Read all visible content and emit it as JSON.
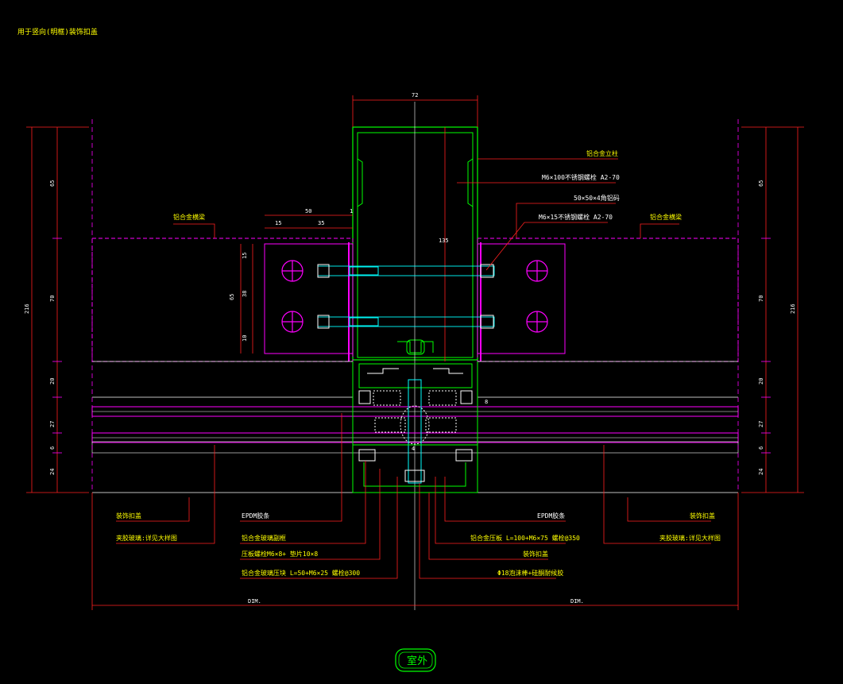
{
  "drawing": {
    "title": "用于竖向(明框)装饰扣盖",
    "outdoor_label": "室外"
  },
  "dimensions": {
    "top_width": "72",
    "left_50": "50",
    "left_15": "15",
    "left_35": "35",
    "left_1": "1",
    "center_135": "135",
    "left_vertical": [
      "65",
      "70",
      "20",
      "27",
      "6",
      "24"
    ],
    "right_vertical": [
      "65",
      "70",
      "20",
      "27",
      "6",
      "24"
    ],
    "overall_left": "216",
    "overall_right": "216",
    "bracket_inner": [
      "15",
      "65",
      "38",
      "10"
    ],
    "small_8": "8",
    "small_4": "4",
    "bottom_left": "DIM.",
    "bottom_right": "DIM."
  },
  "callouts_right": [
    "铝合金立柱",
    "M6×100不锈钢螺栓 A2-70",
    "50×50×4角铝码",
    "M6×15不锈钢螺栓 A2-70",
    "铝合金横梁"
  ],
  "callouts_left_top": "铝合金横梁",
  "callouts_bottom_left": [
    "装饰扣盖",
    "夹胶玻璃:详见大样图",
    "EPDM胶条",
    "铝合金玻璃副框",
    "压板螺栓M6×8+ 垫片10×8",
    "铝合金玻璃压块 L=50+M6×25 螺栓@300"
  ],
  "callouts_bottom_right": [
    "装饰扣盖",
    "夹胶玻璃:详见大样图",
    "EPDM胶条",
    "铝合金压板 L=100+M6×75 螺栓@350",
    "装饰扣盖",
    "Φ18泡沫棒+硅酮耐候胶"
  ]
}
